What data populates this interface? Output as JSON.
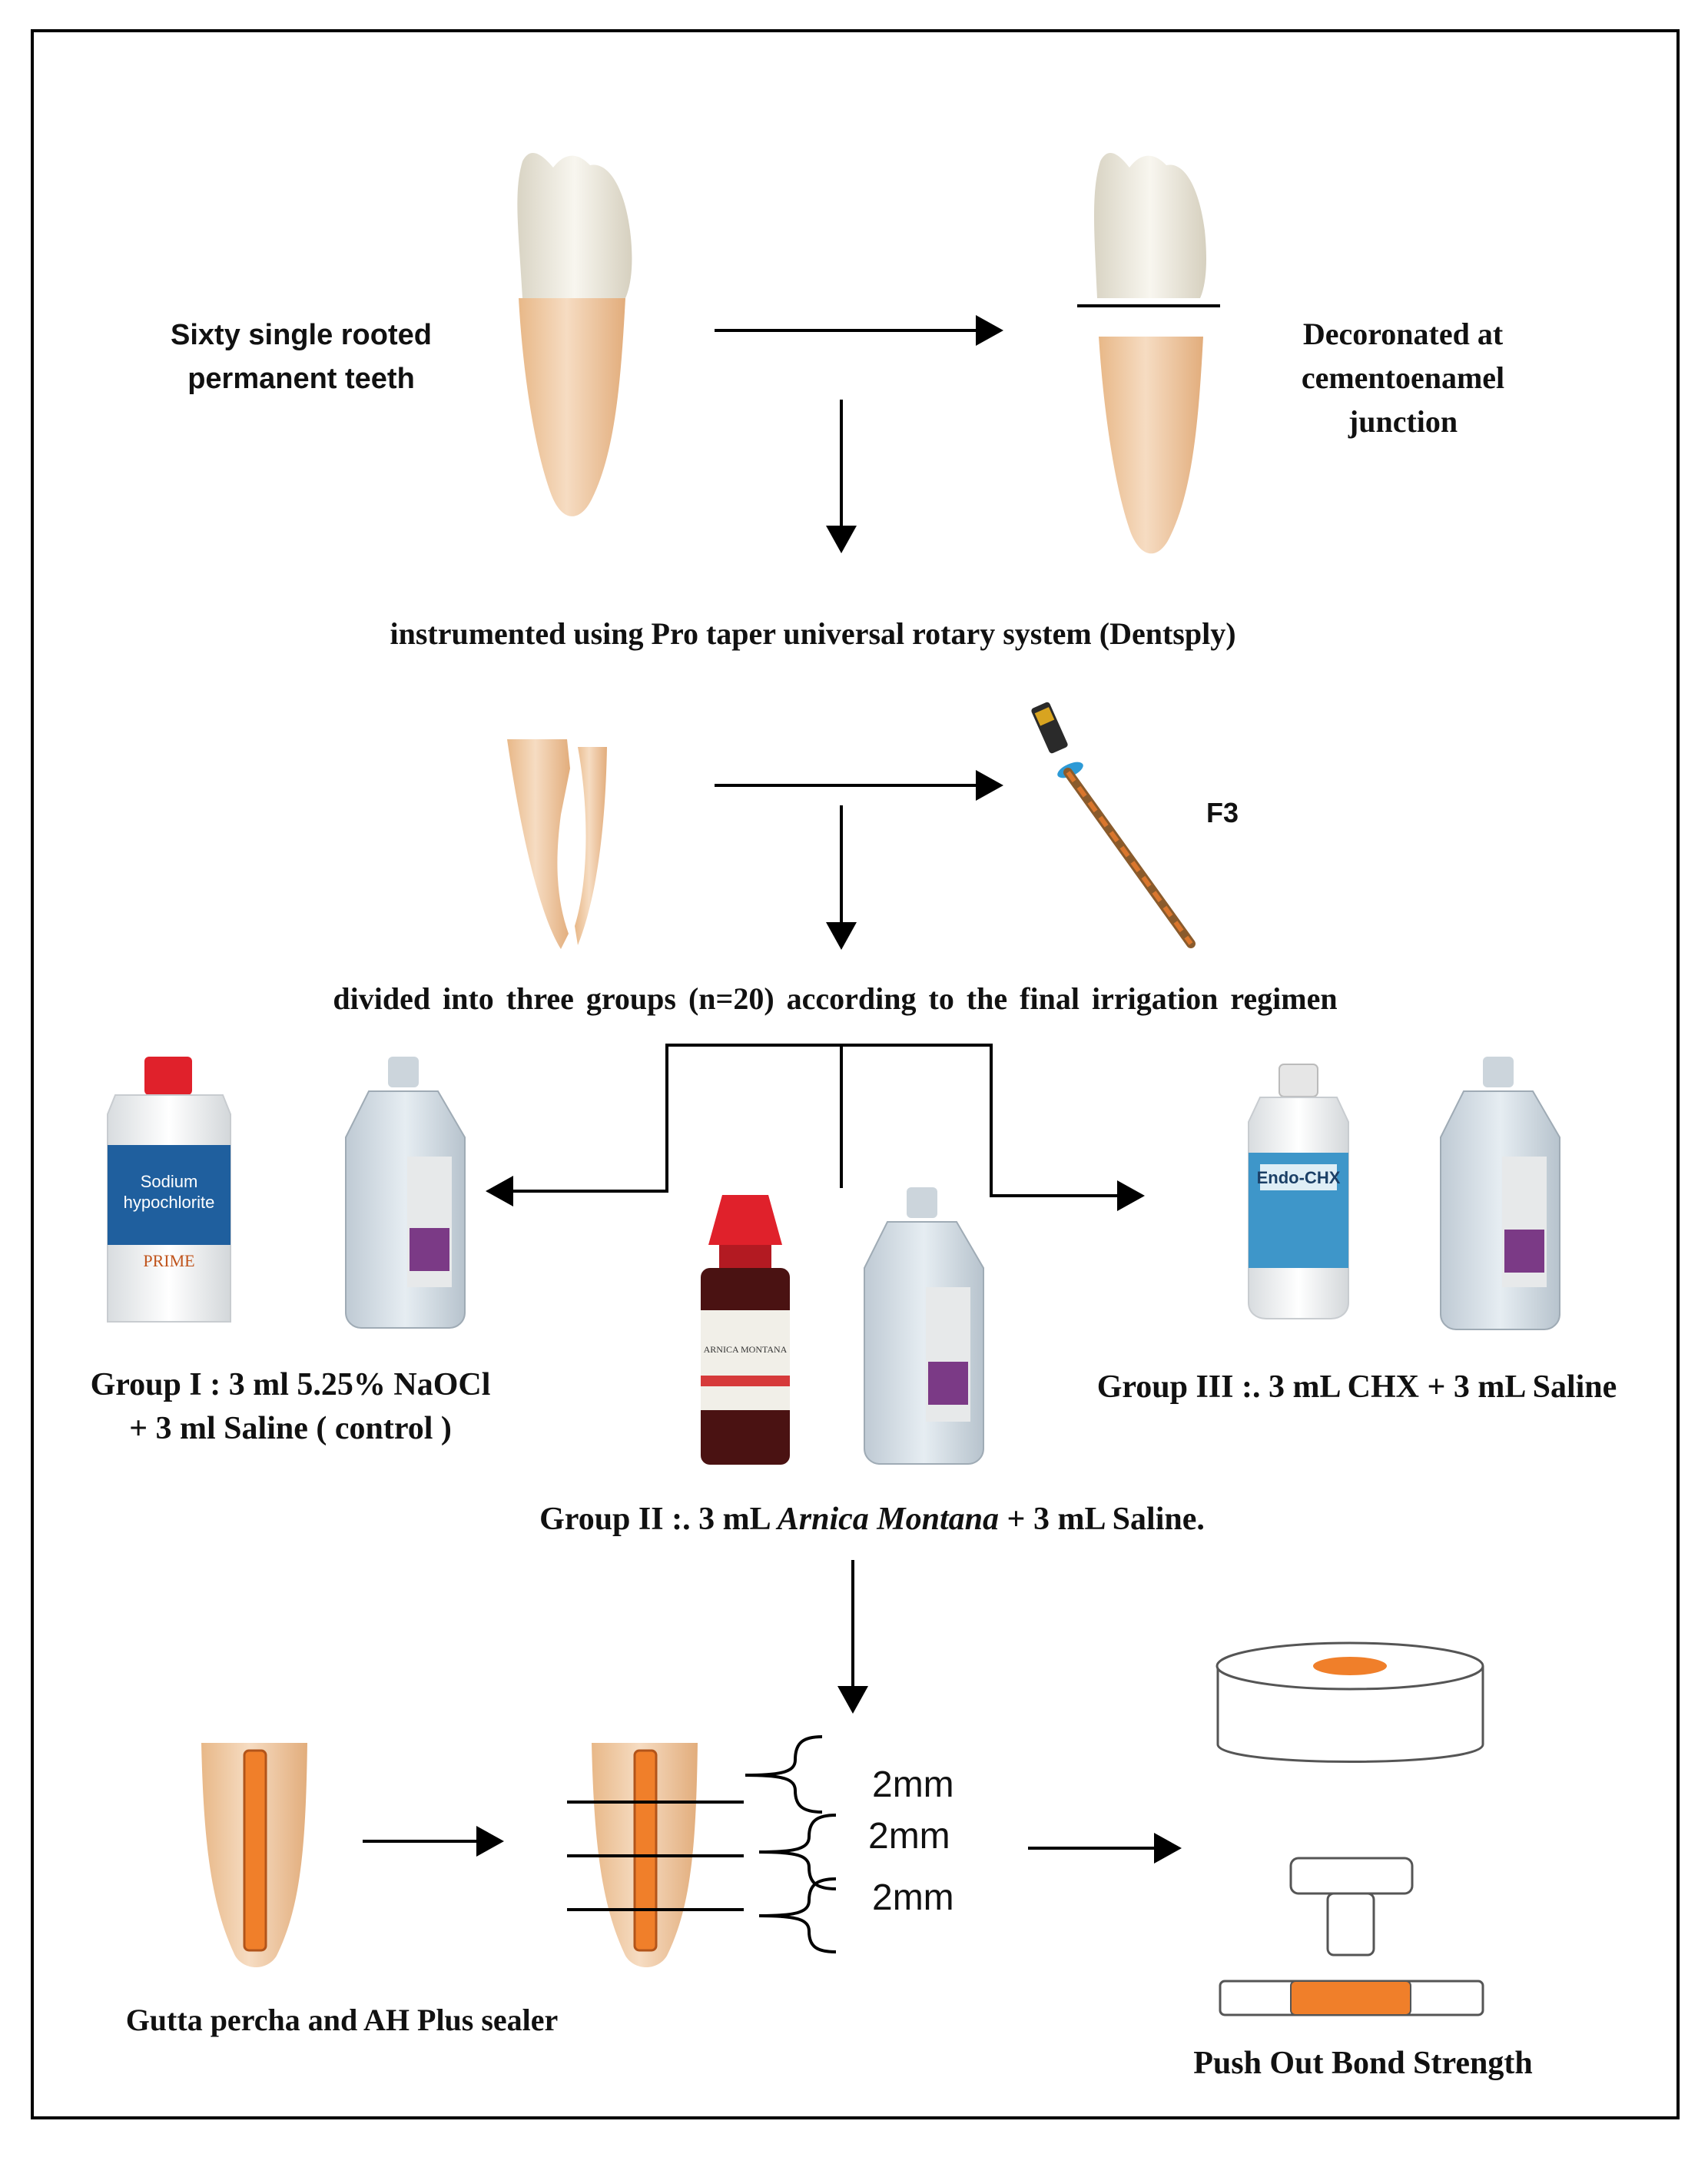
{
  "steps": {
    "sample": {
      "line1": "Sixty single rooted",
      "line2": "permanent teeth"
    },
    "decoronate": {
      "line1": "Decoronated at",
      "line2": "cementoenamel",
      "line3": "junction"
    },
    "instrumented": "instrumented using Pro taper universal rotary system (Dentsply)",
    "file_label": "F3",
    "divided": "divided into three groups (n=20) according to the final irrigation regimen",
    "obturation": "Gutta percha and AH Plus sealer",
    "test": "Push Out Bond Strength"
  },
  "groups": {
    "g1": {
      "line1": "Group I : 3 ml 5.25% NaOCl",
      "line2": "+ 3 ml Saline ( control )"
    },
    "g2": {
      "prefix": "Group II :. 3 mL ",
      "italic": "Arnica Montana",
      "suffix": " + 3 mL Saline."
    },
    "g3": {
      "line1": "Group III :. 3 mL CHX + 3 mL Saline"
    }
  },
  "sections": {
    "s1": "2mm",
    "s2": "2mm",
    "s3": "2mm"
  },
  "product_labels": {
    "naocl_line1": "Sodium",
    "naocl_line2": "hypochlorite",
    "naocl_brand": "PRIME",
    "chx_brand": "Endo-CHX",
    "arnica_label": "ARNICA MONTANA"
  },
  "colors": {
    "gutta_percha": "#f07f2a",
    "root": "#f3d2b1",
    "crown": "#f2efe4",
    "bottle_red": "#e0212b",
    "arnica_liquid": "#4a1212",
    "saline_bag": "#d6dee6",
    "naocl_label": "#1f5f9e",
    "chx_label": "#3e96c9"
  }
}
